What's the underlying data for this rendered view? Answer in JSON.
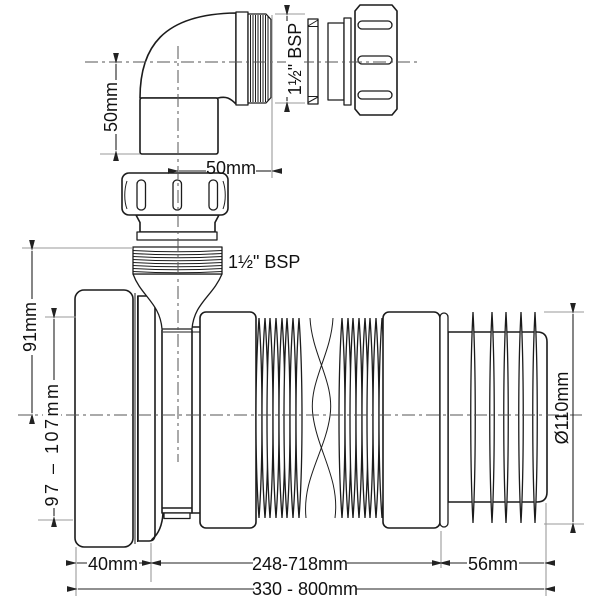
{
  "drawing": {
    "type": "technical-dimension-drawing",
    "subject": "flexible-wc-pan-connector-with-swivel-elbow",
    "colors": {
      "background": "#ffffff",
      "part_line": "#1c1c1c",
      "dimension_line": "#222222",
      "extension_line": "#9a9a9a",
      "centerline": "#555555",
      "text": "#111111"
    },
    "labels": {
      "elbow_height": "50mm",
      "elbow_outlet_thread": "1½\" BSP",
      "elbow_length": "50mm",
      "inlet_thread": "1½\" BSP",
      "inlet_height": "91mm",
      "inlet_height_range": "97 – 107mm",
      "outlet_diameter": "Ø110mm",
      "pan_end_length": "40mm",
      "flexible_section_length": "248-718mm",
      "outlet_length": "56mm",
      "overall_length": "330 - 800mm"
    }
  }
}
